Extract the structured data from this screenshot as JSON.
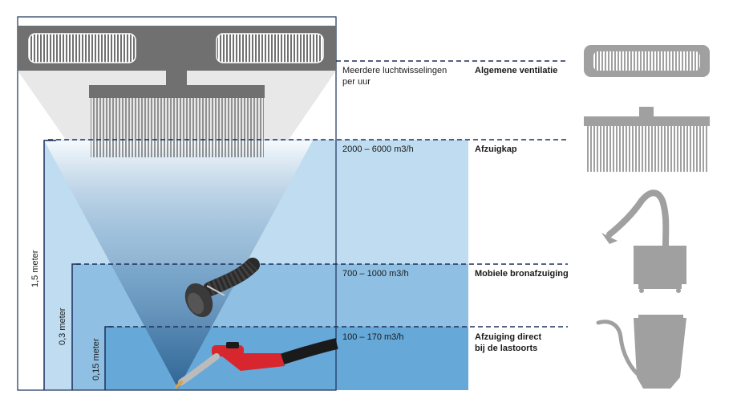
{
  "levels": [
    {
      "flow": "Meerdere luchtwisselingen\nper uur",
      "zone": "Algemene ventilatie"
    },
    {
      "flow": "2000 – 6000 m3/h",
      "zone": "Afzuigkap",
      "height": "1,5 meter"
    },
    {
      "flow": "700 – 1000 m3/h",
      "zone": "Mobiele bronafzuiging",
      "height": "0,3 meter"
    },
    {
      "flow": "100 – 170 m3/h",
      "zone": "Afzuiging direct\nbij de lastoorts",
      "height": "0,15 meter"
    }
  ],
  "colors": {
    "zone1": "#bfdcf0",
    "zone2": "#8fc0e4",
    "zone3": "#66a8d8",
    "equipment": "#707070",
    "icon": "#a0a0a0",
    "dashed": "#1c2f5a",
    "torch": "#d8262e"
  },
  "icons": [
    "ventilation-grille-icon",
    "extraction-hood-icon",
    "mobile-extractor-icon",
    "torch-extractor-icon"
  ]
}
